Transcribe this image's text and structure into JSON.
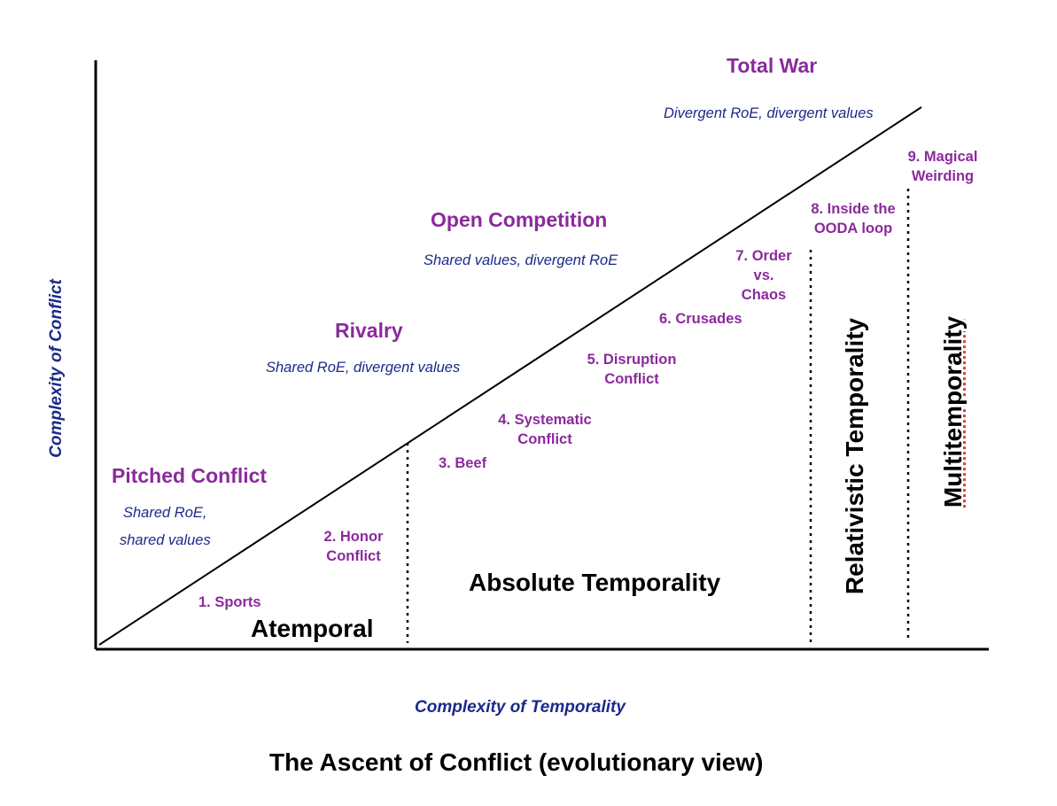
{
  "title": "The Ascent of Conflict (evolutionary view)",
  "x_axis_label": "Complexity of Temporality",
  "y_axis_label": "Complexity of Conflict",
  "categories": {
    "total_war": {
      "name": "Total War",
      "desc": "Divergent RoE, divergent values"
    },
    "open_competition": {
      "name": "Open Competition",
      "desc": "Shared values, divergent RoE"
    },
    "rivalry": {
      "name": "Rivalry",
      "desc": "Shared RoE, divergent values"
    },
    "pitched_conflict": {
      "name": "Pitched Conflict",
      "desc_line1": "Shared RoE,",
      "desc_line2": "shared values"
    }
  },
  "items": {
    "i1": "1. Sports",
    "i2_l1": "2. Honor",
    "i2_l2": "Conflict",
    "i3": "3. Beef",
    "i4_l1": "4. Systematic",
    "i4_l2": "Conflict",
    "i5_l1": "5. Disruption",
    "i5_l2": "Conflict",
    "i6": "6. Crusades",
    "i7_l1": "7. Order",
    "i7_l2": "vs.",
    "i7_l3": "Chaos",
    "i8_l1": "8. Inside the",
    "i8_l2": "OODA loop",
    "i9_l1": "9. Magical",
    "i9_l2": "Weirding"
  },
  "eras": {
    "atemporal": "Atemporal",
    "absolute": "Absolute Temporality",
    "relativistic": "Relativistic Temporality",
    "multi": "Multitemporality"
  },
  "colors": {
    "category": "#8b2a9c",
    "description": "#1b2a8a",
    "axis_label": "#1b2a8a",
    "text": "#000000"
  }
}
